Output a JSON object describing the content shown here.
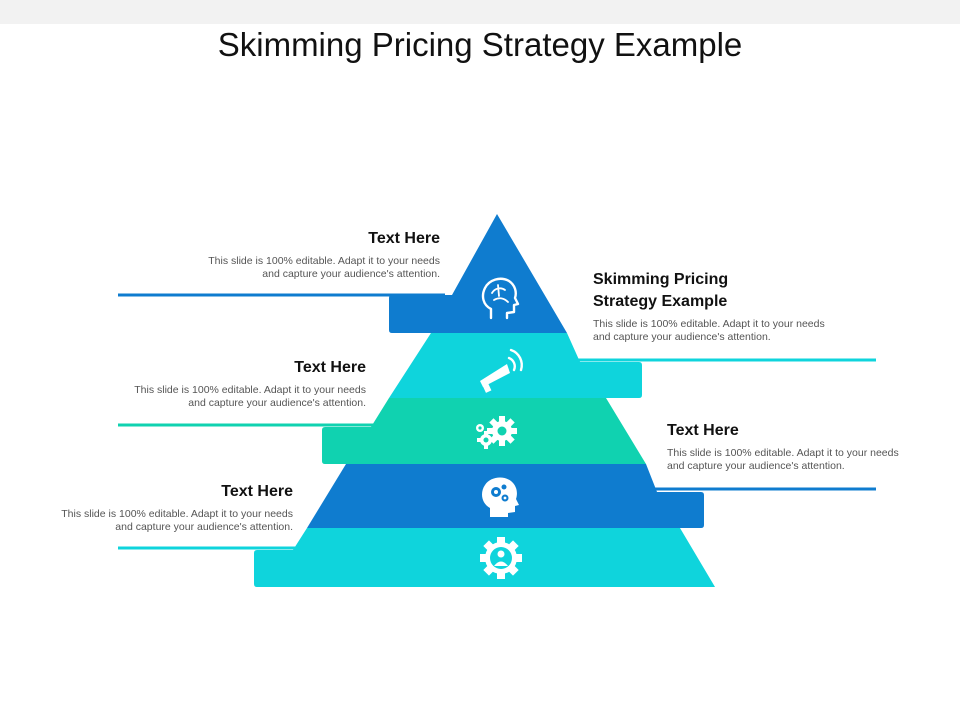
{
  "title": "Skimming Pricing Strategy Example",
  "colors": {
    "dark_blue": "#0f7ccf",
    "cyan": "#0fd4dc",
    "green": "#10d2b0",
    "white": "#ffffff"
  },
  "icons": [
    "brain-head-icon",
    "megaphone-icon",
    "gears-icon",
    "head-gears-icon",
    "gear-person-icon"
  ],
  "blocks": [
    {
      "head": "Text Here",
      "body": "This slide is 100% editable. Adapt it to your needs and capture your audience's attention."
    },
    {
      "head": "Skimming Pricing Strategy Example",
      "body": "This slide is 100% editable. Adapt it to your needs and capture your audience's attention."
    },
    {
      "head": "Text Here",
      "body": "This slide is 100% editable. Adapt it to your needs and capture your audience's attention."
    },
    {
      "head": "Text Here",
      "body": "This slide is 100% editable. Adapt it to your needs and capture your audience's attention."
    },
    {
      "head": "Text Here",
      "body": "This slide is 100% editable. Adapt it to your needs and capture your audience's attention."
    }
  ]
}
